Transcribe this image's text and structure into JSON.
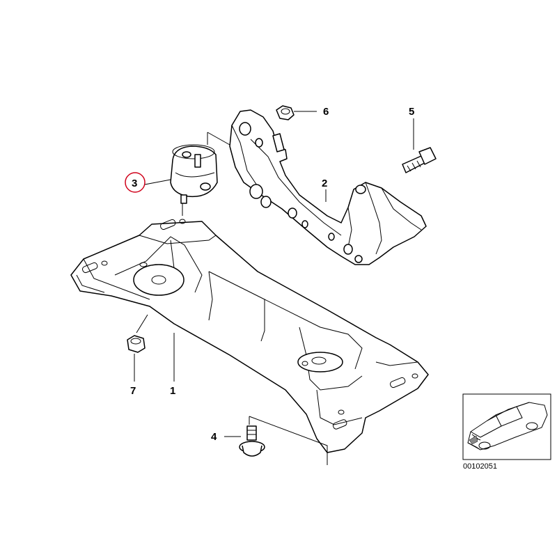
{
  "diagram": {
    "callouts": [
      {
        "id": "part-1",
        "label": "1"
      },
      {
        "id": "part-2",
        "label": "2"
      },
      {
        "id": "part-3",
        "label": "3",
        "highlighted": true
      },
      {
        "id": "part-4",
        "label": "4"
      },
      {
        "id": "part-5",
        "label": "5"
      },
      {
        "id": "part-6",
        "label": "6"
      },
      {
        "id": "part-7",
        "label": "7"
      }
    ],
    "highlight_color": "#d0021b",
    "thumbnail": {
      "icon": "car-thumbnail-icon",
      "code": "00102051"
    }
  }
}
